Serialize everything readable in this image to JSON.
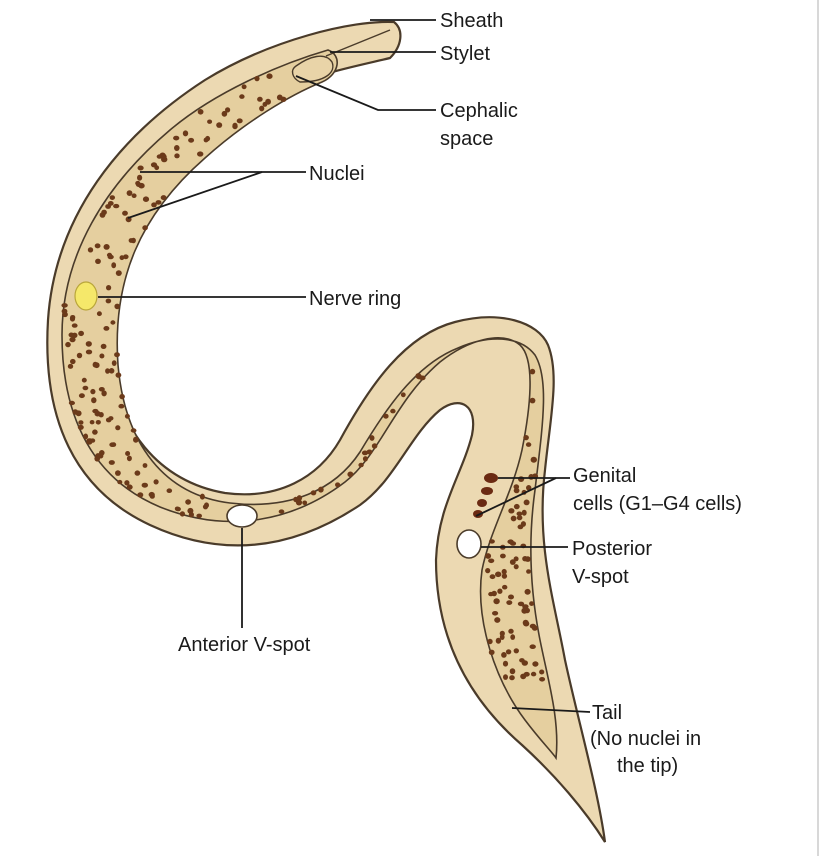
{
  "diagram": {
    "colors": {
      "body_fill": "#ecd9b2",
      "body_stroke": "#4a3b2a",
      "inner_fill": "#e5cf9f",
      "nucleus": "#6b3a1a",
      "genital_cell": "#6b2a12",
      "nerve_ring": "#f5e86a",
      "v_spot": "#ffffff",
      "text": "#1a1a1a"
    },
    "labels": {
      "sheath": "Sheath",
      "stylet": "Stylet",
      "cephalic_line1": "Cephalic",
      "cephalic_line2": "space",
      "nuclei": "Nuclei",
      "nerve_ring": "Nerve ring",
      "genital_line1": "Genital",
      "genital_line2": "cells (G1–G4 cells)",
      "posterior_line1": "Posterior",
      "posterior_line2": "V-spot",
      "anterior": "Anterior V-spot",
      "tail_line1": "Tail",
      "tail_line2": "(No nuclei in",
      "tail_line3": "the tip)"
    }
  }
}
